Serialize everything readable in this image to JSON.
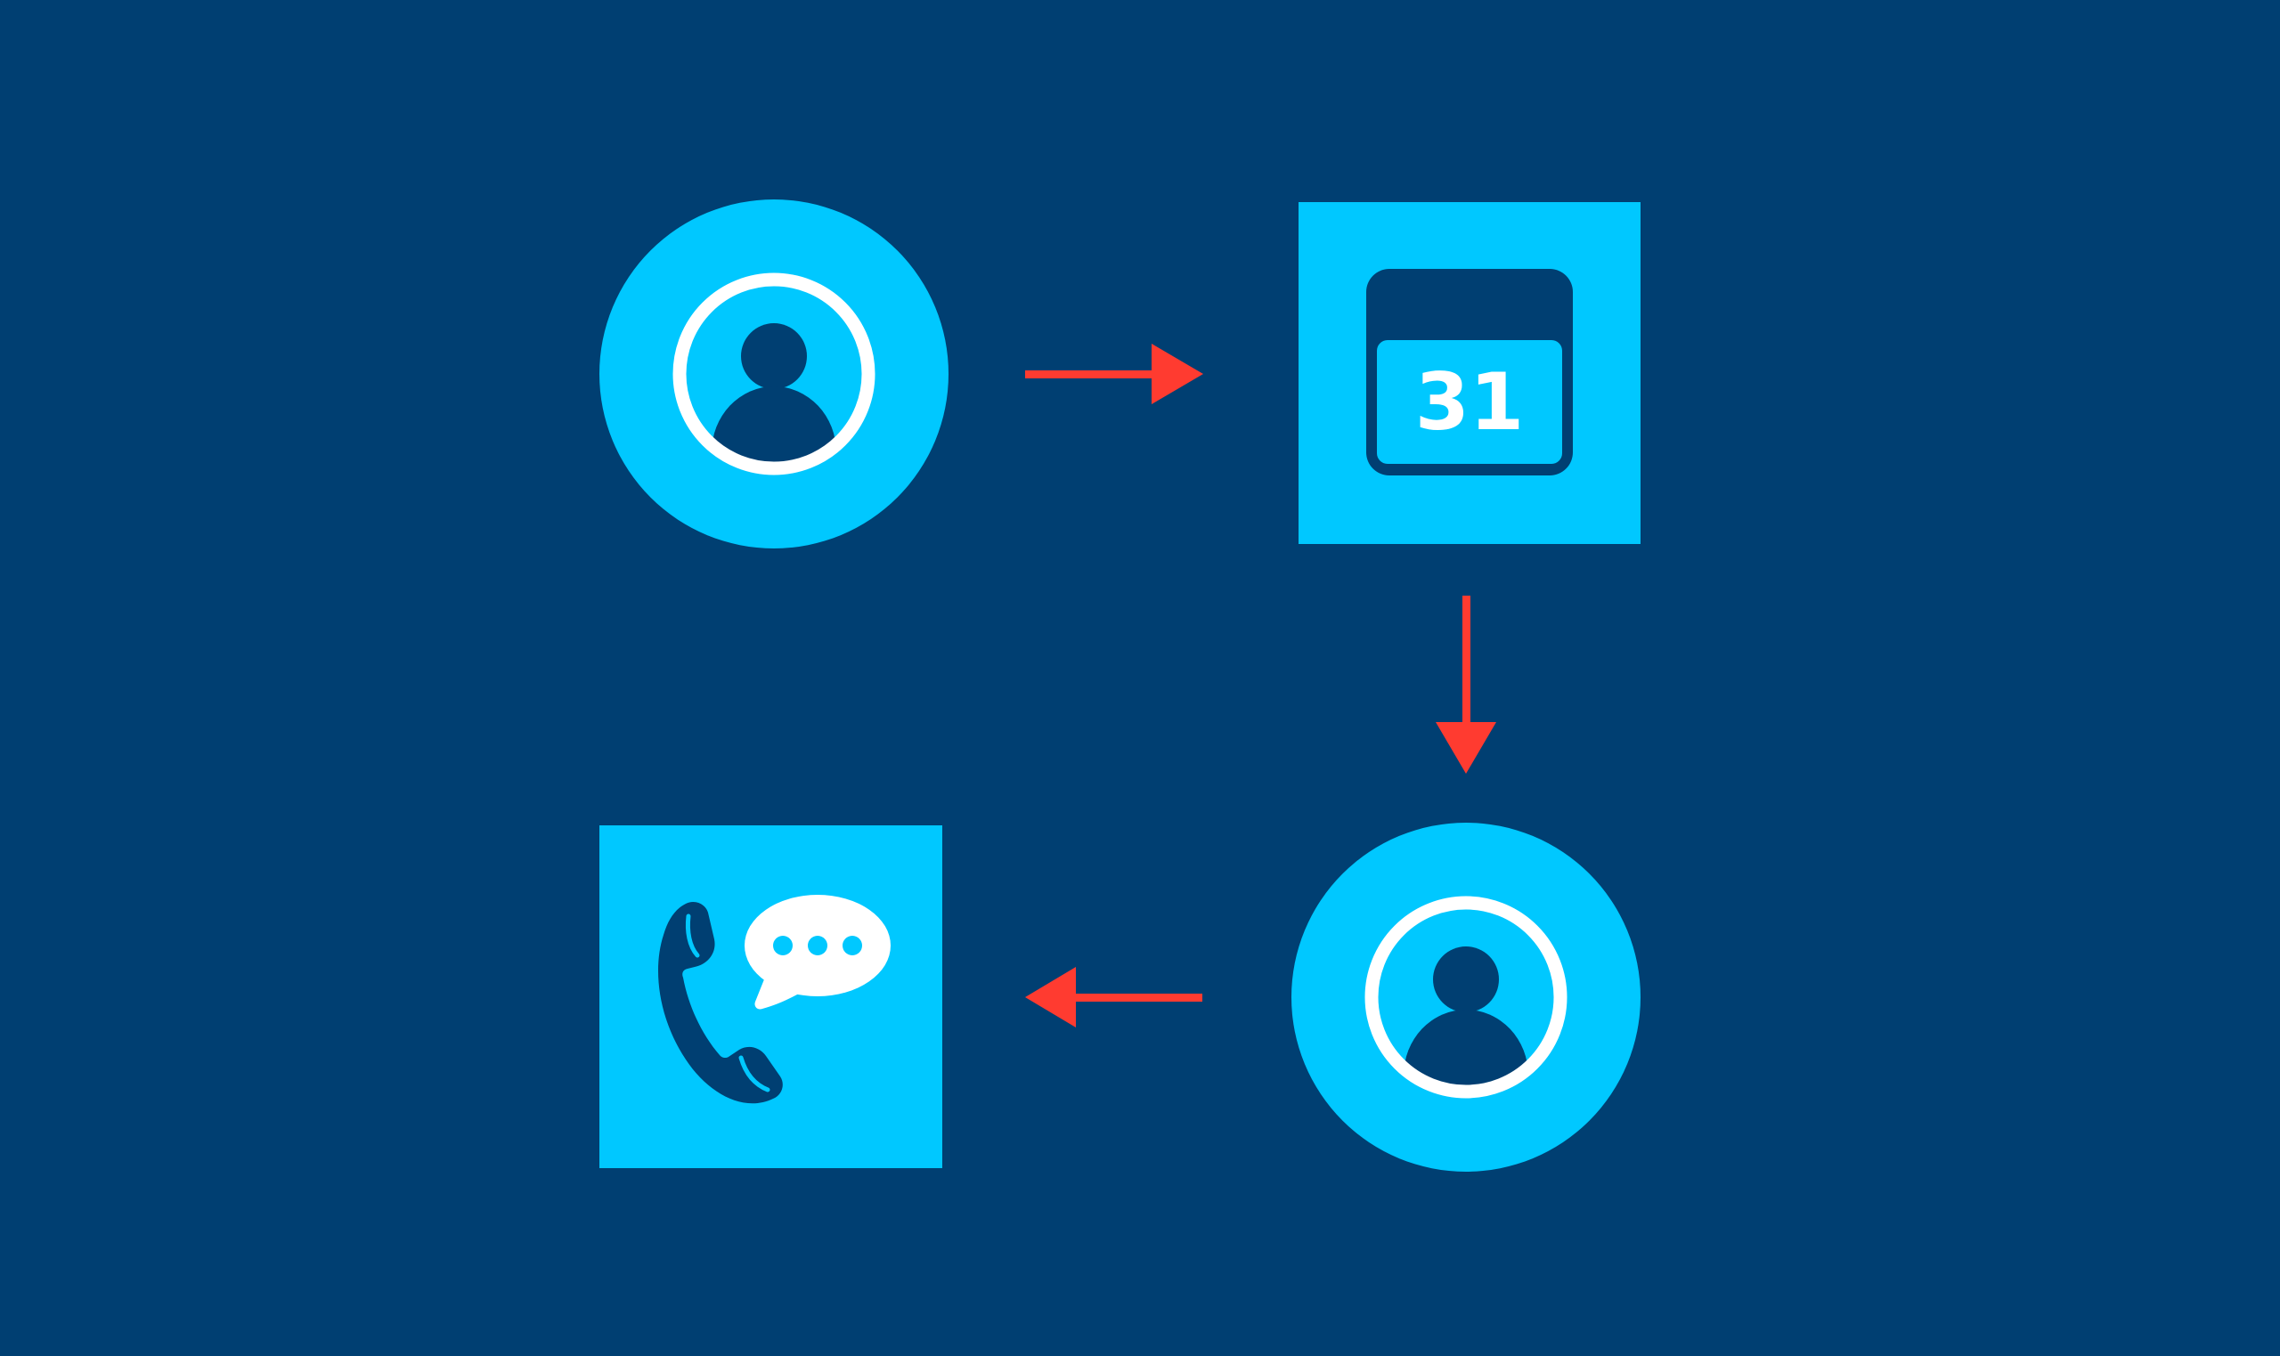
{
  "colors": {
    "background": "#003f72",
    "tile": "#00c8ff",
    "arrow": "#ff3b30",
    "icon_light": "#ffffff",
    "icon_dark": "#003f72"
  },
  "nodes": [
    {
      "shape": "circle",
      "icon": "user-icon"
    },
    {
      "shape": "square",
      "icon": "calendar-icon",
      "label": "31"
    },
    {
      "shape": "circle",
      "icon": "user-icon"
    },
    {
      "shape": "square",
      "icon": "phone-chat-icon"
    }
  ],
  "flow": [
    "right",
    "down",
    "left"
  ]
}
